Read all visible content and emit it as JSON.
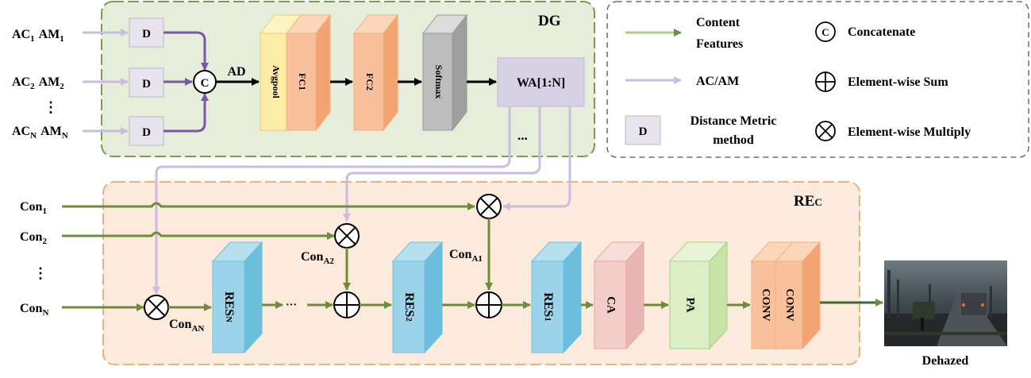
{
  "dg_label": "DG",
  "rec_label_main": "RE",
  "rec_label_sub": "C",
  "inputs": [
    {
      "ac": "AC",
      "ac_sub": "1",
      "am": "AM",
      "am_sub": "1"
    },
    {
      "ac": "AC",
      "ac_sub": "2",
      "am": "AM",
      "am_sub": "2"
    },
    {
      "ac": "AC",
      "ac_sub": "N",
      "am": "AM",
      "am_sub": "N"
    }
  ],
  "input_dots": "⋮",
  "d_label": "D",
  "c_label": "C",
  "ad_label": "AD",
  "avgpool_label": "Avgpool",
  "fc1_label": "FC1",
  "fc2_label": "FC2",
  "softmax_label": "Softmax",
  "wa_label": "WA[1:N]",
  "wa_dots": "...",
  "cons": [
    {
      "main": "Con",
      "sub": "1"
    },
    {
      "main": "Con",
      "sub": "2"
    },
    {
      "main": "Con",
      "sub": "N"
    }
  ],
  "con_dots": "⋮",
  "con_a": [
    {
      "main": "Con",
      "sub": "A1"
    },
    {
      "main": "Con",
      "sub": "A2"
    },
    {
      "main": "Con",
      "sub": "AN"
    }
  ],
  "res_blocks": [
    {
      "main": "RES",
      "sub": "N"
    },
    {
      "main": "RES",
      "sub": "2"
    },
    {
      "main": "RES",
      "sub": "1"
    }
  ],
  "res_dots": "···",
  "ca_label": "CA",
  "pa_label": "PA",
  "conv_labels": [
    "CONV",
    "CONV"
  ],
  "output_label": "Dehazed",
  "legend": {
    "content_features": [
      "Content",
      "Features"
    ],
    "ac_am": "AC/AM",
    "distance_metric": [
      "Distance Metric",
      "method"
    ],
    "concatenate": "Concatenate",
    "element_sum": "Element-wise Sum",
    "element_multiply": "Element-wise Multiply"
  },
  "colors": {
    "green_line": "#6c8e3b",
    "purple_line": "#c9bedf",
    "dark_purple": "#7a58a8",
    "dg_fill": "#e6edda",
    "dg_border": "#7f9c4e",
    "rec_fill": "#fcebdc",
    "rec_border": "#f0b07c"
  }
}
